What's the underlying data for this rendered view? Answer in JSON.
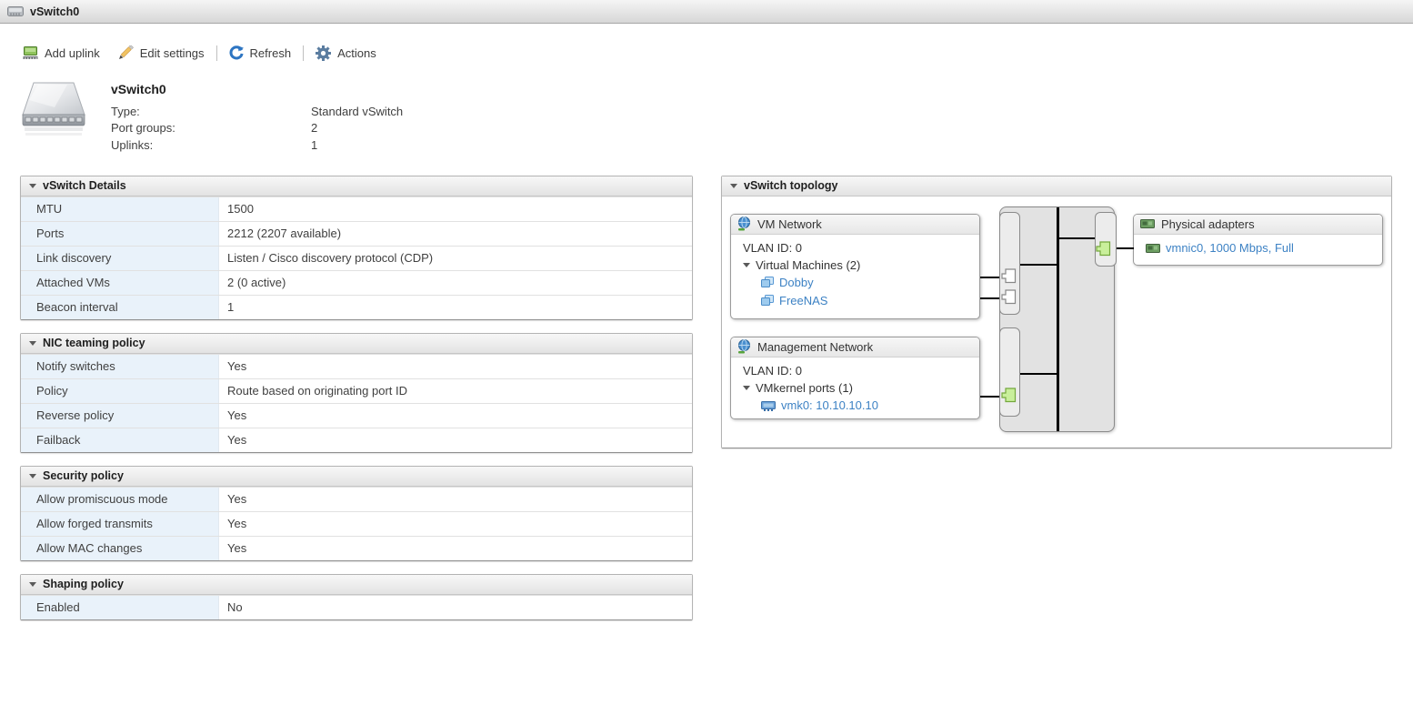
{
  "titlebar": {
    "title": "vSwitch0"
  },
  "toolbar": {
    "add_uplink": "Add uplink",
    "edit_settings": "Edit settings",
    "refresh": "Refresh",
    "actions": "Actions"
  },
  "summary": {
    "name": "vSwitch0",
    "rows": [
      {
        "label": "Type:",
        "value": "Standard vSwitch"
      },
      {
        "label": "Port groups:",
        "value": "2"
      },
      {
        "label": "Uplinks:",
        "value": "1"
      }
    ]
  },
  "sections": [
    {
      "title": "vSwitch Details",
      "rows": [
        [
          "MTU",
          "1500"
        ],
        [
          "Ports",
          "2212 (2207 available)"
        ],
        [
          "Link discovery",
          "Listen / Cisco discovery protocol (CDP)"
        ],
        [
          "Attached VMs",
          "2 (0 active)"
        ],
        [
          "Beacon interval",
          "1"
        ]
      ]
    },
    {
      "title": "NIC teaming policy",
      "rows": [
        [
          "Notify switches",
          "Yes"
        ],
        [
          "Policy",
          "Route based on originating port ID"
        ],
        [
          "Reverse policy",
          "Yes"
        ],
        [
          "Failback",
          "Yes"
        ]
      ]
    },
    {
      "title": "Security policy",
      "rows": [
        [
          "Allow promiscuous mode",
          "Yes"
        ],
        [
          "Allow forged transmits",
          "Yes"
        ],
        [
          "Allow MAC changes",
          "Yes"
        ]
      ]
    },
    {
      "title": "Shaping policy",
      "rows": [
        [
          "Enabled",
          "No"
        ]
      ]
    }
  ],
  "topology": {
    "title": "vSwitch topology",
    "vm_network": {
      "title": "VM Network",
      "vlan": "VLAN ID: 0",
      "group": "Virtual Machines (2)",
      "items": [
        "Dobby",
        "FreeNAS"
      ]
    },
    "management_network": {
      "title": "Management Network",
      "vlan": "VLAN ID: 0",
      "group": "VMkernel ports (1)",
      "items": [
        "vmk0: 10.10.10.10"
      ]
    },
    "physical_adapters": {
      "title": "Physical adapters",
      "items": [
        "vmnic0, 1000 Mbps, Full"
      ]
    }
  },
  "colors": {
    "link_blue": "#3d82c4",
    "refresh_blue": "#2d75c2",
    "gear_blue_gray": "#5b7da0",
    "port_green": "#c9ef9b",
    "port_green_border": "#74a83c",
    "label_cell_blue": "#e9f2fa"
  }
}
